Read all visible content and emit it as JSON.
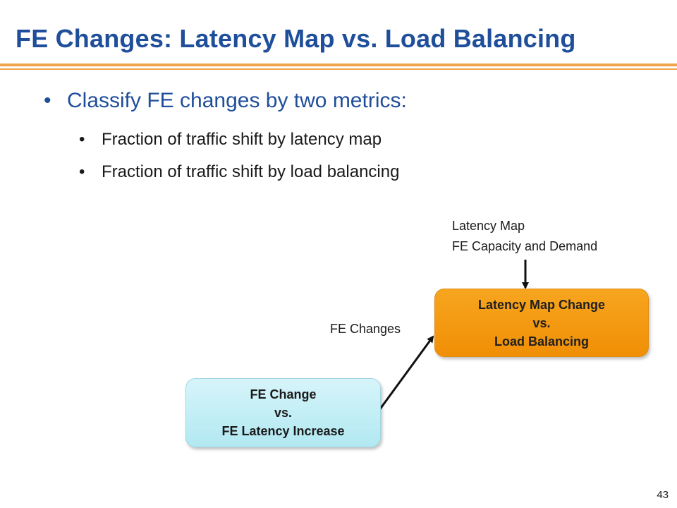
{
  "slide": {
    "title": "FE Changes: Latency Map vs. Load Balancing",
    "bullets": [
      {
        "level": 1,
        "text": "Classify FE changes by two metrics:"
      },
      {
        "level": 2,
        "text": "Fraction of traffic shift by latency map"
      },
      {
        "level": 2,
        "text": "Fraction of traffic shift by load balancing"
      }
    ],
    "page_number": "43"
  },
  "diagram": {
    "box_fe": {
      "line1": "FE Change",
      "line2": "vs.",
      "line3": "FE Latency Increase"
    },
    "box_lm": {
      "line1": "Latency Map Change",
      "line2": "vs.",
      "line3": "Load Balancing"
    },
    "arrow_fe_label": "FE Changes",
    "input_labels": [
      "Latency Map",
      "FE Capacity and Demand"
    ]
  },
  "colors": {
    "title": "#1f4e9a",
    "accent_rule": "#f0a44a",
    "box_fe_fill": "#b2e8f2",
    "box_lm_fill": "#f08f05"
  }
}
